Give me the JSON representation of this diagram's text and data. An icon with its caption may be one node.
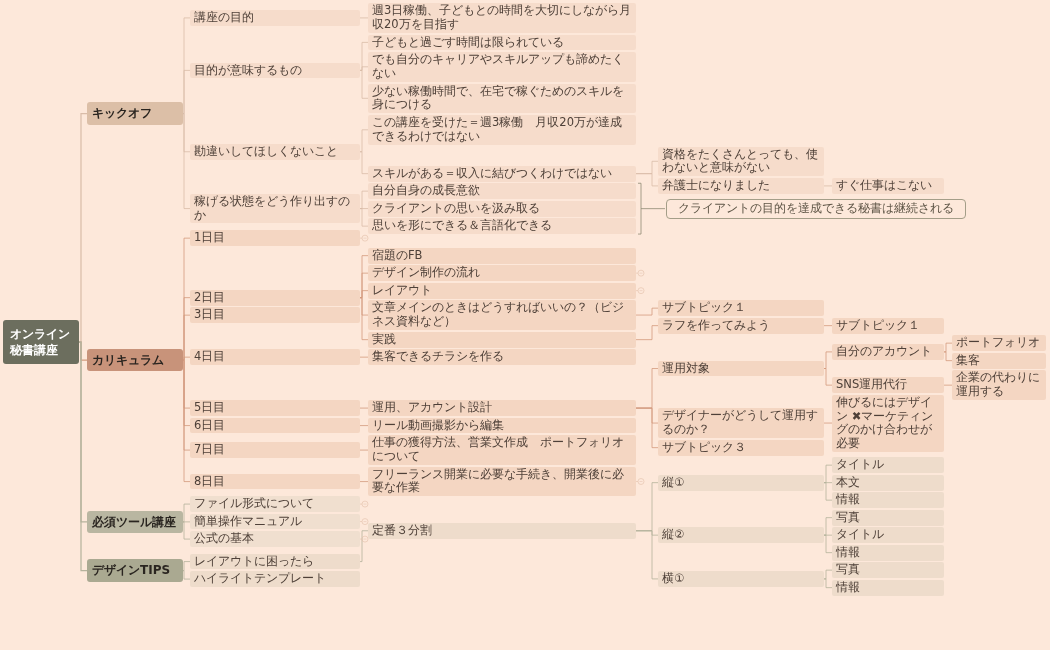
{
  "diagram": {
    "nodes": [
      {
        "text": [
          "オンライン秘書講座"
        ]
      },
      {
        "text": [
          "キックオフ"
        ]
      },
      {
        "text": [
          "講座の目的"
        ]
      },
      {
        "text": [
          "週3日稼働、子どもとの時間を大切にしながら月収20万を目指す"
        ]
      },
      {
        "text": [
          "目的が意味するもの"
        ]
      },
      {
        "text": [
          "子どもと過ごす時間は限られている"
        ]
      },
      {
        "text": [
          "でも自分のキャリアやスキルアップも諦めたくない"
        ]
      },
      {
        "text": [
          "少ない稼働時間で、在宅で稼ぐためのスキルを身につける"
        ]
      },
      {
        "text": [
          "勘違いしてほしくないこと"
        ]
      },
      {
        "text": [
          "この講座を受けた＝週3稼働　月収20万が達成できるわけではない"
        ]
      },
      {
        "text": [
          "スキルがある＝収入に結びつくわけではない"
        ]
      },
      {
        "text": [
          "資格をたくさんとっても、使わないと意味がない"
        ]
      },
      {
        "text": [
          "弁護士になりました"
        ]
      },
      {
        "text": [
          "すぐ仕事はこない"
        ]
      },
      {
        "text": [
          "稼げる状態をどう作り出すのか"
        ]
      },
      {
        "text": [
          "自分自身の成長意欲"
        ]
      },
      {
        "text": [
          "クライアントの思いを汲み取る"
        ]
      },
      {
        "text": [
          "思いを形にできる＆言語化できる"
        ]
      },
      {
        "text": [
          "クライアントの目的を達成できる秘書は継続される"
        ]
      },
      {
        "text": [
          "カリキュラム"
        ]
      },
      {
        "text": [
          "1日目"
        ]
      },
      {
        "text": [
          "2日目"
        ]
      },
      {
        "text": [
          "宿題のFB"
        ]
      },
      {
        "text": [
          "デザイン制作の流れ"
        ]
      },
      {
        "text": [
          "レイアウト"
        ]
      },
      {
        "text": [
          "文章メインのときはどうすればいいの？（ビジネス資料など）"
        ]
      },
      {
        "text": [
          "サブトピック１"
        ]
      },
      {
        "text": [
          "実践"
        ]
      },
      {
        "text": [
          "ラフを作ってみよう"
        ]
      },
      {
        "text": [
          "サブトピック１"
        ]
      },
      {
        "text": [
          "3日目"
        ]
      },
      {
        "text": [
          "4日目"
        ]
      },
      {
        "text": [
          "集客できるチラシを作る"
        ]
      },
      {
        "text": [
          "5日目"
        ]
      },
      {
        "text": [
          "運用、アカウント設計"
        ]
      },
      {
        "text": [
          "運用対象"
        ]
      },
      {
        "text": [
          "自分のアカウント"
        ]
      },
      {
        "text": [
          "ポートフォリオ"
        ]
      },
      {
        "text": [
          "集客"
        ]
      },
      {
        "text": [
          "SNS運用代行"
        ]
      },
      {
        "text": [
          "企業の代わりに運用する"
        ]
      },
      {
        "text": [
          "デザイナーがどうして運用するのか？"
        ]
      },
      {
        "text": [
          "伸びるにはデザイン ✖マーケティングのかけ合わせが必要"
        ]
      },
      {
        "text": [
          "サブトピック３"
        ]
      },
      {
        "text": [
          "6日目"
        ]
      },
      {
        "text": [
          "リール動画撮影から編集"
        ]
      },
      {
        "text": [
          "7日目"
        ]
      },
      {
        "text": [
          "仕事の獲得方法、営業文作成　ポートフォリオについて"
        ]
      },
      {
        "text": [
          "8日目"
        ]
      },
      {
        "text": [
          "フリーランス開業に必要な手続き、開業後に必要な作業"
        ]
      },
      {
        "text": [
          "必須ツール講座"
        ]
      },
      {
        "text": [
          "ファイル形式について"
        ]
      },
      {
        "text": [
          "簡単操作マニュアル"
        ]
      },
      {
        "text": [
          "公式の基本"
        ]
      },
      {
        "text": [
          "デザインTIPS"
        ]
      },
      {
        "text": [
          "レイアウトに困ったら"
        ]
      },
      {
        "text": [
          "定番３分割"
        ]
      },
      {
        "text": [
          "縦①"
        ]
      },
      {
        "text": [
          "タイトル"
        ]
      },
      {
        "text": [
          "本文"
        ]
      },
      {
        "text": [
          "情報"
        ]
      },
      {
        "text": [
          "縦②"
        ]
      },
      {
        "text": [
          "写真"
        ]
      },
      {
        "text": [
          "タイトル"
        ]
      },
      {
        "text": [
          "情報"
        ]
      },
      {
        "text": [
          "横①"
        ]
      },
      {
        "text": [
          "写真"
        ]
      },
      {
        "text": [
          "情報"
        ]
      },
      {
        "text": [
          "ハイライトテンプレート"
        ]
      }
    ],
    "edges": [
      {
        "from": 0,
        "to": 1,
        "arrow": "none",
        "color": "#d9bca8"
      },
      {
        "from": 1,
        "to": 2,
        "arrow": "none",
        "color": "#d9bca8"
      },
      {
        "from": 2,
        "to": 3,
        "arrow": "none",
        "color": "#d9bca8"
      },
      {
        "from": 1,
        "to": 4,
        "arrow": "none",
        "color": "#d9bca8"
      },
      {
        "from": 4,
        "to": 5,
        "arrow": "none",
        "color": "#d9bca8"
      },
      {
        "from": 4,
        "to": 6,
        "arrow": "none",
        "color": "#d9bca8"
      },
      {
        "from": 4,
        "to": 7,
        "arrow": "none",
        "color": "#d9bca8"
      },
      {
        "from": 1,
        "to": 8,
        "arrow": "none",
        "color": "#d9bca8"
      },
      {
        "from": 8,
        "to": 9,
        "arrow": "none",
        "color": "#d9bca8"
      },
      {
        "from": 8,
        "to": 10,
        "arrow": "none",
        "color": "#d9bca8"
      },
      {
        "from": 10,
        "to": 11,
        "arrow": "none",
        "color": "#d9bca8"
      },
      {
        "from": 10,
        "to": 12,
        "arrow": "none",
        "color": "#d9bca8"
      },
      {
        "from": 12,
        "to": 13,
        "arrow": "none",
        "color": "#d9bca8"
      },
      {
        "from": 1,
        "to": 14,
        "arrow": "none",
        "color": "#d9bca8"
      },
      {
        "from": 14,
        "to": 15,
        "arrow": "none",
        "color": "#d9bca8"
      },
      {
        "from": 14,
        "to": 16,
        "arrow": "none",
        "color": "#d9bca8"
      },
      {
        "from": 14,
        "to": 17,
        "arrow": "none",
        "color": "#d9bca8"
      },
      {
        "from": 0,
        "to": 19,
        "arrow": "none"
      },
      {
        "from": 19,
        "to": 20,
        "arrow": "none"
      },
      {
        "from": 19,
        "to": 21,
        "arrow": "none"
      },
      {
        "from": 21,
        "to": 22,
        "arrow": "none"
      },
      {
        "from": 21,
        "to": 23,
        "arrow": "none"
      },
      {
        "from": 21,
        "to": 24,
        "arrow": "none"
      },
      {
        "from": 21,
        "to": 25,
        "arrow": "none"
      },
      {
        "from": 25,
        "to": 26,
        "arrow": "none"
      },
      {
        "from": 21,
        "to": 27,
        "arrow": "none"
      },
      {
        "from": 27,
        "to": 28,
        "arrow": "none"
      },
      {
        "from": 28,
        "to": 29,
        "arrow": "none"
      },
      {
        "from": 19,
        "to": 30,
        "arrow": "none"
      },
      {
        "from": 19,
        "to": 31,
        "arrow": "none"
      },
      {
        "from": 31,
        "to": 32,
        "arrow": "none"
      },
      {
        "from": 19,
        "to": 33,
        "arrow": "none"
      },
      {
        "from": 33,
        "to": 34,
        "arrow": "none"
      },
      {
        "from": 34,
        "to": 35,
        "arrow": "none"
      },
      {
        "from": 35,
        "to": 36,
        "arrow": "none"
      },
      {
        "from": 36,
        "to": 37,
        "arrow": "none"
      },
      {
        "from": 36,
        "to": 38,
        "arrow": "none"
      },
      {
        "from": 35,
        "to": 39,
        "arrow": "none"
      },
      {
        "from": 39,
        "to": 40,
        "arrow": "none"
      },
      {
        "from": 34,
        "to": 41,
        "arrow": "none"
      },
      {
        "from": 41,
        "to": 42,
        "arrow": "none"
      },
      {
        "from": 34,
        "to": 43,
        "arrow": "none"
      },
      {
        "from": 19,
        "to": 44,
        "arrow": "none"
      },
      {
        "from": 44,
        "to": 45,
        "arrow": "none"
      },
      {
        "from": 19,
        "to": 46,
        "arrow": "none"
      },
      {
        "from": 46,
        "to": 47,
        "arrow": "none"
      },
      {
        "from": 19,
        "to": 48,
        "arrow": "none"
      },
      {
        "from": 48,
        "to": 49,
        "arrow": "none"
      },
      {
        "from": 0,
        "to": 50,
        "arrow": "none",
        "color": "#b5b29c"
      },
      {
        "from": 50,
        "to": 51,
        "arrow": "none",
        "color": "#b5b29c"
      },
      {
        "from": 50,
        "to": 52,
        "arrow": "none",
        "color": "#b5b29c"
      },
      {
        "from": 50,
        "to": 53,
        "arrow": "none",
        "color": "#b5b29c"
      },
      {
        "from": 0,
        "to": 54,
        "arrow": "none",
        "color": "#b5b29c"
      },
      {
        "from": 54,
        "to": 55,
        "arrow": "none",
        "color": "#b5b29c"
      },
      {
        "from": 55,
        "to": 56,
        "arrow": "none",
        "color": "#b5b29c"
      },
      {
        "from": 56,
        "to": 57,
        "arrow": "none",
        "color": "#b5b29c"
      },
      {
        "from": 57,
        "to": 58,
        "arrow": "none",
        "color": "#b5b29c"
      },
      {
        "from": 57,
        "to": 59,
        "arrow": "none",
        "color": "#b5b29c"
      },
      {
        "from": 57,
        "to": 60,
        "arrow": "none",
        "color": "#b5b29c"
      },
      {
        "from": 56,
        "to": 61,
        "arrow": "none",
        "color": "#b5b29c"
      },
      {
        "from": 61,
        "to": 62,
        "arrow": "none",
        "color": "#b5b29c"
      },
      {
        "from": 61,
        "to": 63,
        "arrow": "none",
        "color": "#b5b29c"
      },
      {
        "from": 61,
        "to": 64,
        "arrow": "none",
        "color": "#b5b29c"
      },
      {
        "from": 56,
        "to": 65,
        "arrow": "none",
        "color": "#b5b29c"
      },
      {
        "from": 65,
        "to": 66,
        "arrow": "none",
        "color": "#b5b29c"
      },
      {
        "from": 65,
        "to": 67,
        "arrow": "none",
        "color": "#b5b29c"
      },
      {
        "from": 54,
        "to": 68,
        "arrow": "none",
        "color": "#b5b29c"
      }
    ]
  }
}
